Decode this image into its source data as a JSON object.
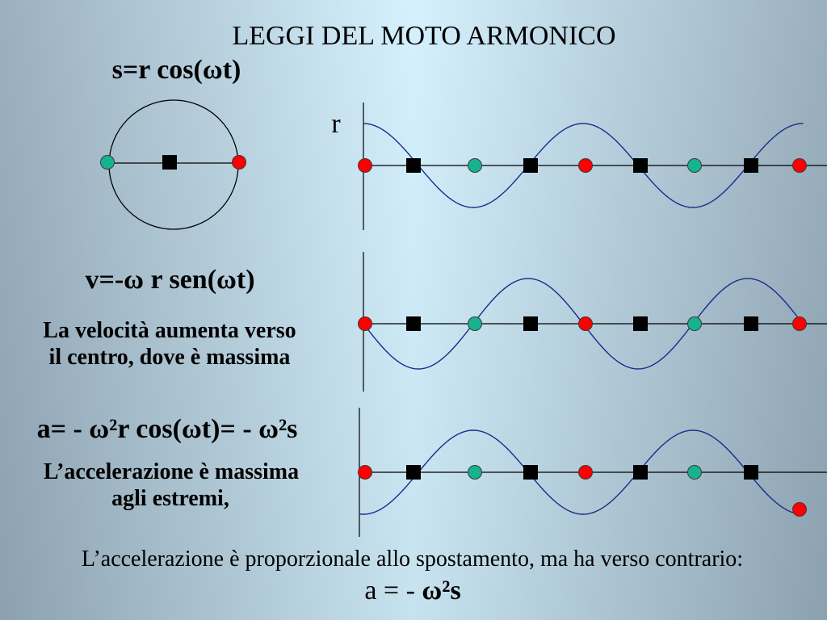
{
  "slide": {
    "title": "LEGGI DEL MOTO ARMONICO"
  },
  "displacement": {
    "formula": "s=r cos(ωt)",
    "axis_label": "r"
  },
  "velocity": {
    "formula": "v=-ω r sen(ωt)",
    "note": [
      "La velocità aumenta verso",
      "il centro, dove è massima"
    ]
  },
  "acceleration": {
    "formula": "a= - ω²r cos(ωt)= - ω²s",
    "note": [
      "L’accelerazione è massima",
      "agli estremi,"
    ]
  },
  "footer": {
    "statement": "L’accelerazione è proporzionale allo spostamento, ma ha verso contrario:",
    "formula_plain": "a = - ",
    "formula_bold": "ω²s"
  },
  "marker_sequence": [
    "red-dot",
    "black-square",
    "teal-dot",
    "black-square",
    "red-dot",
    "black-square",
    "teal-dot",
    "black-square",
    "red-dot"
  ],
  "colors": {
    "background_edge": "#95abba",
    "background_center": "#d3f0fe",
    "text": "#000000",
    "axis": "#000000",
    "curve": "#1d2a8a",
    "red_marker": "#ff0000",
    "teal_marker": "#17b28e",
    "center_marker": "#000000",
    "marker_outline": "#3a3a3a"
  }
}
